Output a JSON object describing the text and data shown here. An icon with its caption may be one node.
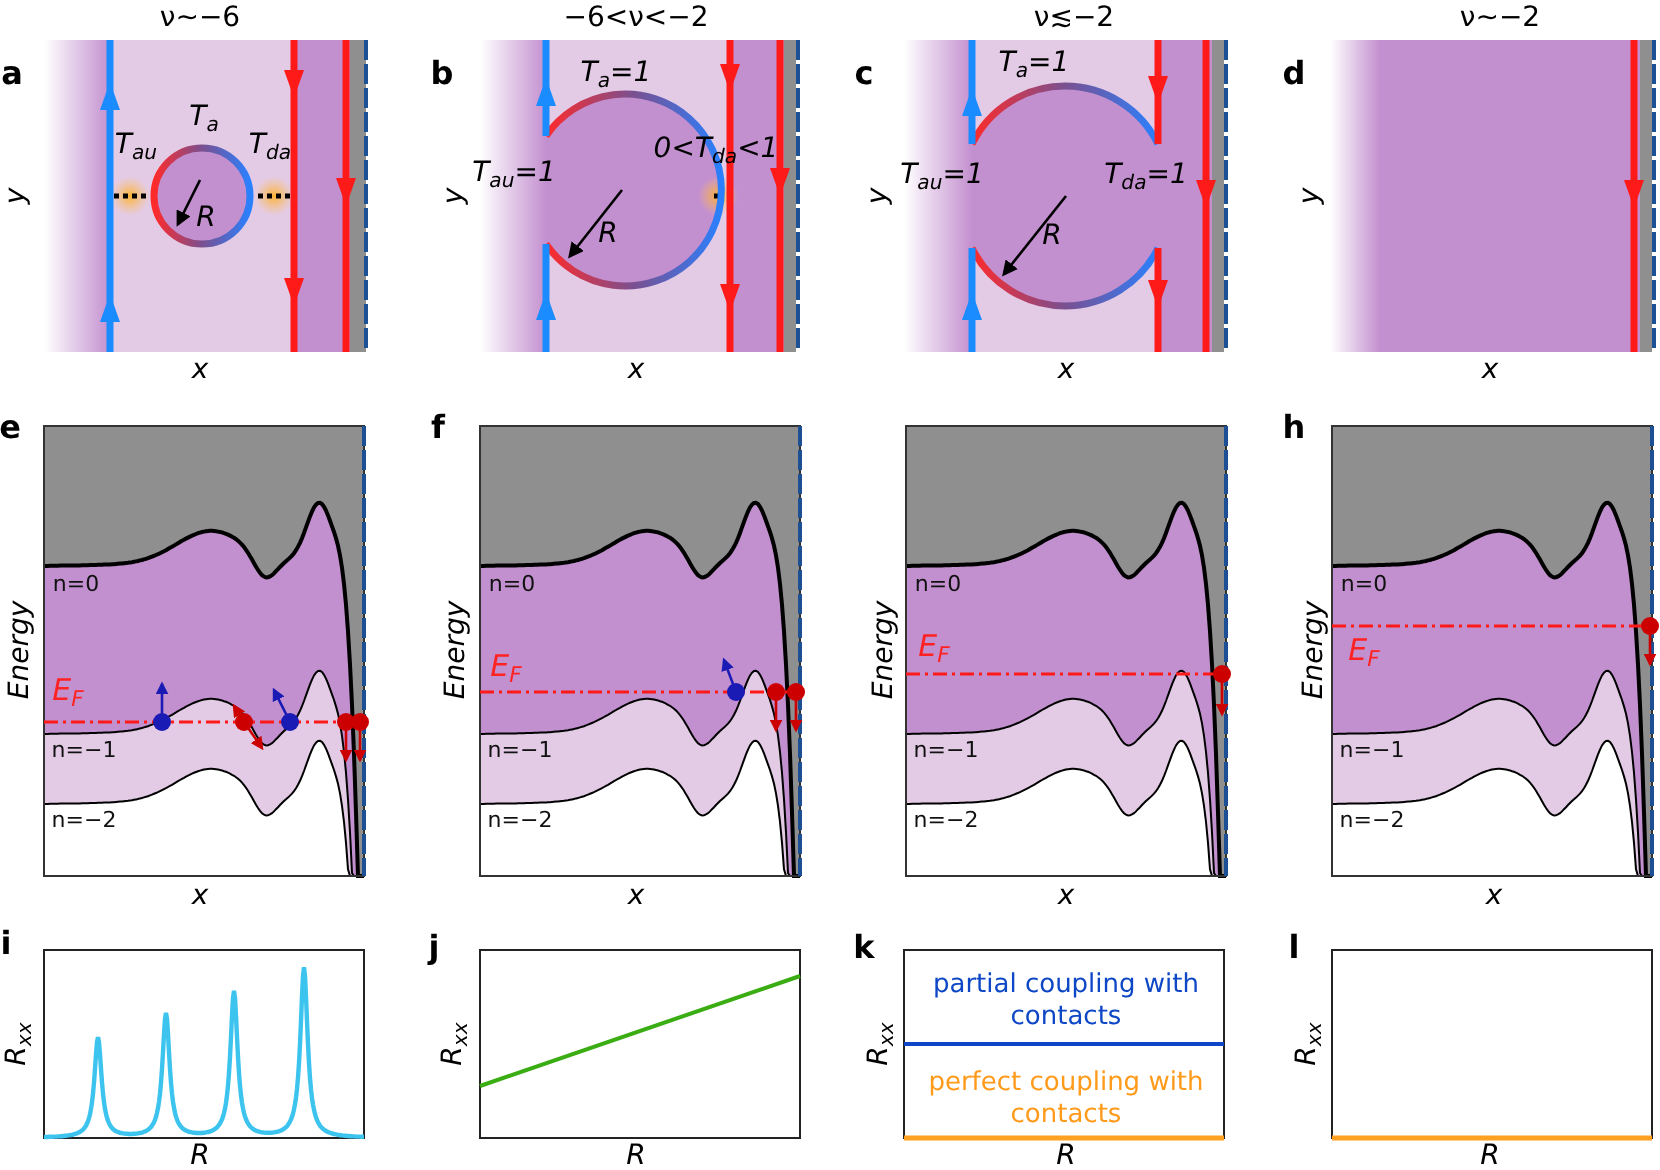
{
  "diagram": {
    "labels": [
      "ν∼−6",
      "−6<ν<−2",
      "ν≲−2",
      "ν∼−2",
      "a",
      "T$_{au}$",
      "T$_{a}$",
      "T$_{da}$",
      "R",
      "y",
      "x",
      "b",
      "*T*$_{a}$=1",
      "*T*$_{au}$=1",
      "0<*T*$_{da}$<1",
      "R",
      "y",
      "x",
      "c",
      "*T*$_{a}$=1",
      "*T*$_{au}$=1",
      "*T*$_{da}$=1",
      "R",
      "y",
      "x",
      "d",
      "y",
      "x",
      "e",
      "n=0",
      "E$_{F}$",
      "n=−1",
      "n=−2",
      "Energy",
      "x",
      "f",
      "n=0",
      "E$_{F}$",
      "n=−1",
      "n=−2",
      "Energy",
      "x",
      "n=0",
      "E$_{F}$",
      "n=−1",
      "n=−2",
      "Energy",
      "x",
      "h",
      "n=0",
      "E$_{F}$",
      "n=−1",
      "n=−2",
      "Energy",
      "x",
      "i",
      "R$_{xx}$",
      "R",
      "j",
      "R$_{xx}$",
      "R",
      "k",
      "partial coupling with contacts",
      "perfect coupling with contacts",
      "R$_{xx}$",
      "R",
      "l",
      "R$_{xx}$",
      "R"
    ]
  }
}
